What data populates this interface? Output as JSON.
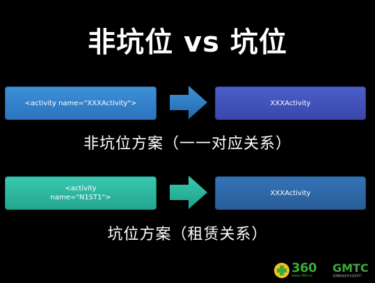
{
  "title": "非坑位 vs 坑位",
  "row1": {
    "left_label": "<activity name=\"XXXActivity\">",
    "right_label": "XXXActivity",
    "caption": "非坑位方案（一一对应关系）"
  },
  "row2": {
    "left_label": "<activity\nname=\"N1ST1\">",
    "right_label": "XXXActivity",
    "caption": "坑位方案（租赁关系）"
  },
  "logos": {
    "logo360_text": "360",
    "logo360_sub": "www.360.cn",
    "gmtc_text": "GMTC",
    "gmtc_sub": "全球移动技术大会2017"
  },
  "colors": {
    "background": "#000000",
    "box1_left": "#2b74bf",
    "box1_right": "#3947ab",
    "box2_left": "#23a690",
    "box2_right": "#285d99",
    "arrow1": "#2d7fc4",
    "arrow2": "#27b59d",
    "logo_green": "#3ea83b",
    "logo_yellow": "#f4c21b"
  }
}
